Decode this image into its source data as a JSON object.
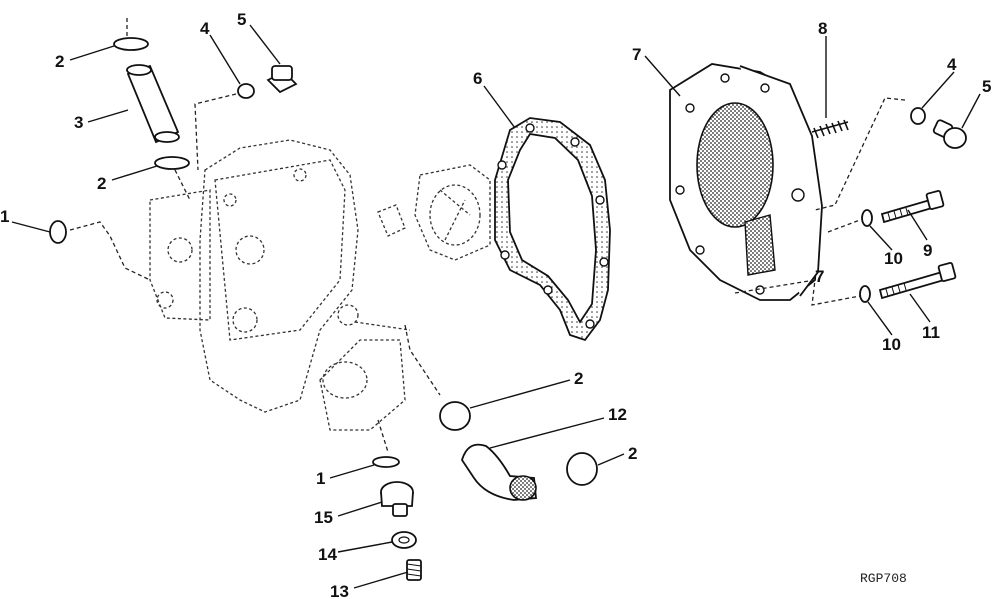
{
  "diagram": {
    "reference_code": "RGP708",
    "callouts": [
      {
        "id": "c1a",
        "label": "1"
      },
      {
        "id": "c1b",
        "label": "1"
      },
      {
        "id": "c2a",
        "label": "2"
      },
      {
        "id": "c2b",
        "label": "2"
      },
      {
        "id": "c2c",
        "label": "2"
      },
      {
        "id": "c2d",
        "label": "2"
      },
      {
        "id": "c3",
        "label": "3"
      },
      {
        "id": "c4a",
        "label": "4"
      },
      {
        "id": "c4b",
        "label": "4"
      },
      {
        "id": "c5a",
        "label": "5"
      },
      {
        "id": "c5b",
        "label": "5"
      },
      {
        "id": "c6",
        "label": "6"
      },
      {
        "id": "c7a",
        "label": "7"
      },
      {
        "id": "c7b",
        "label": "7"
      },
      {
        "id": "c8",
        "label": "8"
      },
      {
        "id": "c9",
        "label": "9"
      },
      {
        "id": "c10a",
        "label": "10"
      },
      {
        "id": "c10b",
        "label": "10"
      },
      {
        "id": "c11",
        "label": "11"
      },
      {
        "id": "c12",
        "label": "12"
      },
      {
        "id": "c13",
        "label": "13"
      },
      {
        "id": "c14",
        "label": "14"
      },
      {
        "id": "c15",
        "label": "15"
      }
    ]
  }
}
